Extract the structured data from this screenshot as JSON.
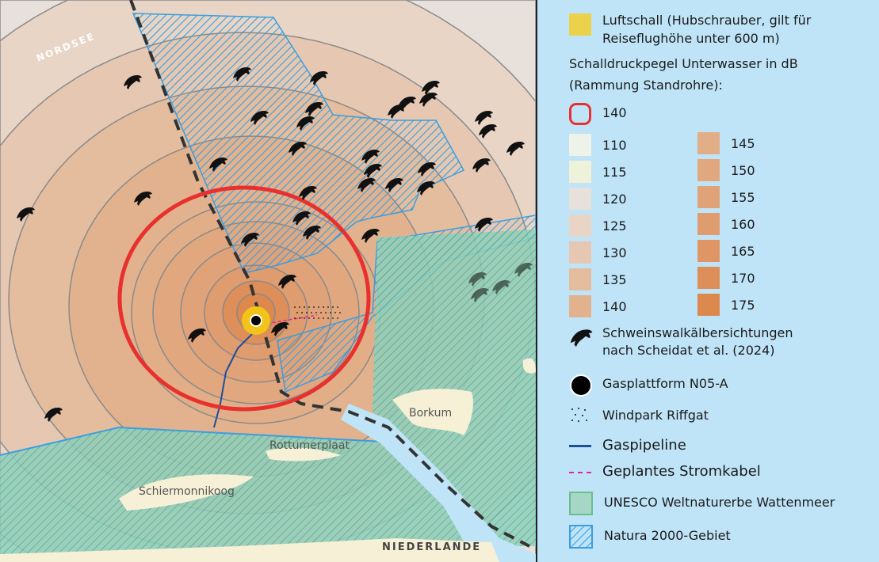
{
  "map": {
    "labels": {
      "sea": "NORDSEE",
      "borkum": "Borkum",
      "rottumerplaat": "Rottumerplaat",
      "schiermonnikoog": "Schiermonnikoog",
      "country": "NIEDERLANDE"
    }
  },
  "legend": {
    "airborne": {
      "label_line1": "Luftschall (Hubschrauber, gilt für",
      "label_line2": "Reiseflughöhe unter 600 m)",
      "color": "#ecd24a"
    },
    "underwater_title_line1": "Schalldruckpegel Unterwasser in dB",
    "underwater_title_line2": "(Rammung Standrohre):",
    "threshold": {
      "label": "140",
      "color": "#e8312f"
    },
    "levels": [
      {
        "label": "110",
        "color": "#eef3ea"
      },
      {
        "label": "115",
        "color": "#eef2da"
      },
      {
        "label": "120",
        "color": "#e8e0da"
      },
      {
        "label": "125",
        "color": "#e8d5c6"
      },
      {
        "label": "130",
        "color": "#e6c8b2"
      },
      {
        "label": "135",
        "color": "#e4bd9e"
      },
      {
        "label": "140",
        "color": "#e2b28e"
      },
      {
        "label": "145",
        "color": "#e2ae88"
      },
      {
        "label": "150",
        "color": "#e1a880"
      },
      {
        "label": "155",
        "color": "#e0a278"
      },
      {
        "label": "160",
        "color": "#df9c6e"
      },
      {
        "label": "165",
        "color": "#df9664"
      },
      {
        "label": "170",
        "color": "#de8e58"
      },
      {
        "label": "175",
        "color": "#dd884c"
      }
    ],
    "porpoise": {
      "label_line1": "Schweinswalkälbersichtungen",
      "label_line2": "nach Scheidat et al. (2024)"
    },
    "platform": {
      "label": "Gasplattform N05-A"
    },
    "windpark": {
      "label": "Windpark Riffgat"
    },
    "pipeline": {
      "label": "Gaspipeline",
      "color": "#1f4e9c"
    },
    "cable": {
      "label": "Geplantes Stromkabel",
      "color": "#e8239a"
    },
    "unesco": {
      "label": "UNESCO Weltnaturerbe Wattenmeer",
      "color": "#a6d6c6"
    },
    "natura": {
      "label": "Natura 2000-Gebiet",
      "color": "#3a9ee0"
    }
  }
}
